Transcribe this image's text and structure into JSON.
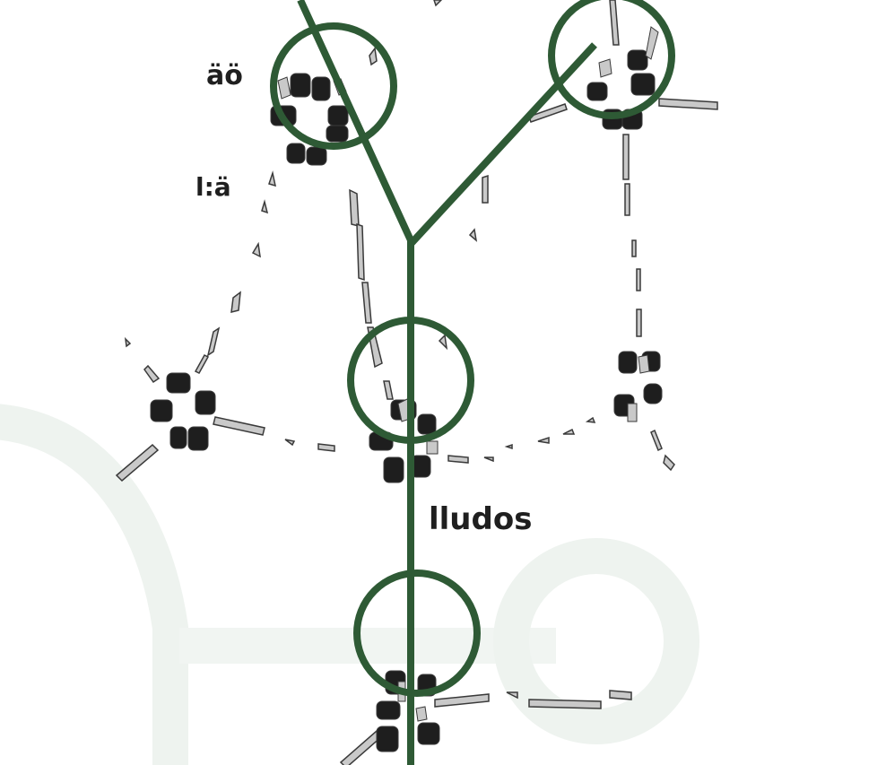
{
  "colors": {
    "background": "#ffffff",
    "tree_green": "#2e5a35",
    "watermark": "#eef3ef",
    "fragment_dark": "#1e1e1e",
    "fragment_light": "#c9c9c9",
    "fragment_stroke": "#3a3a3a"
  },
  "labels": {
    "top_left": "äö",
    "mid_left": "l:ä",
    "bottom_center": "lludos"
  },
  "nodes": [
    {
      "id": "node-top-left",
      "shape": "circle"
    },
    {
      "id": "node-top-right",
      "shape": "circle"
    },
    {
      "id": "node-middle",
      "shape": "circle"
    },
    {
      "id": "node-bottom",
      "shape": "circle"
    }
  ]
}
